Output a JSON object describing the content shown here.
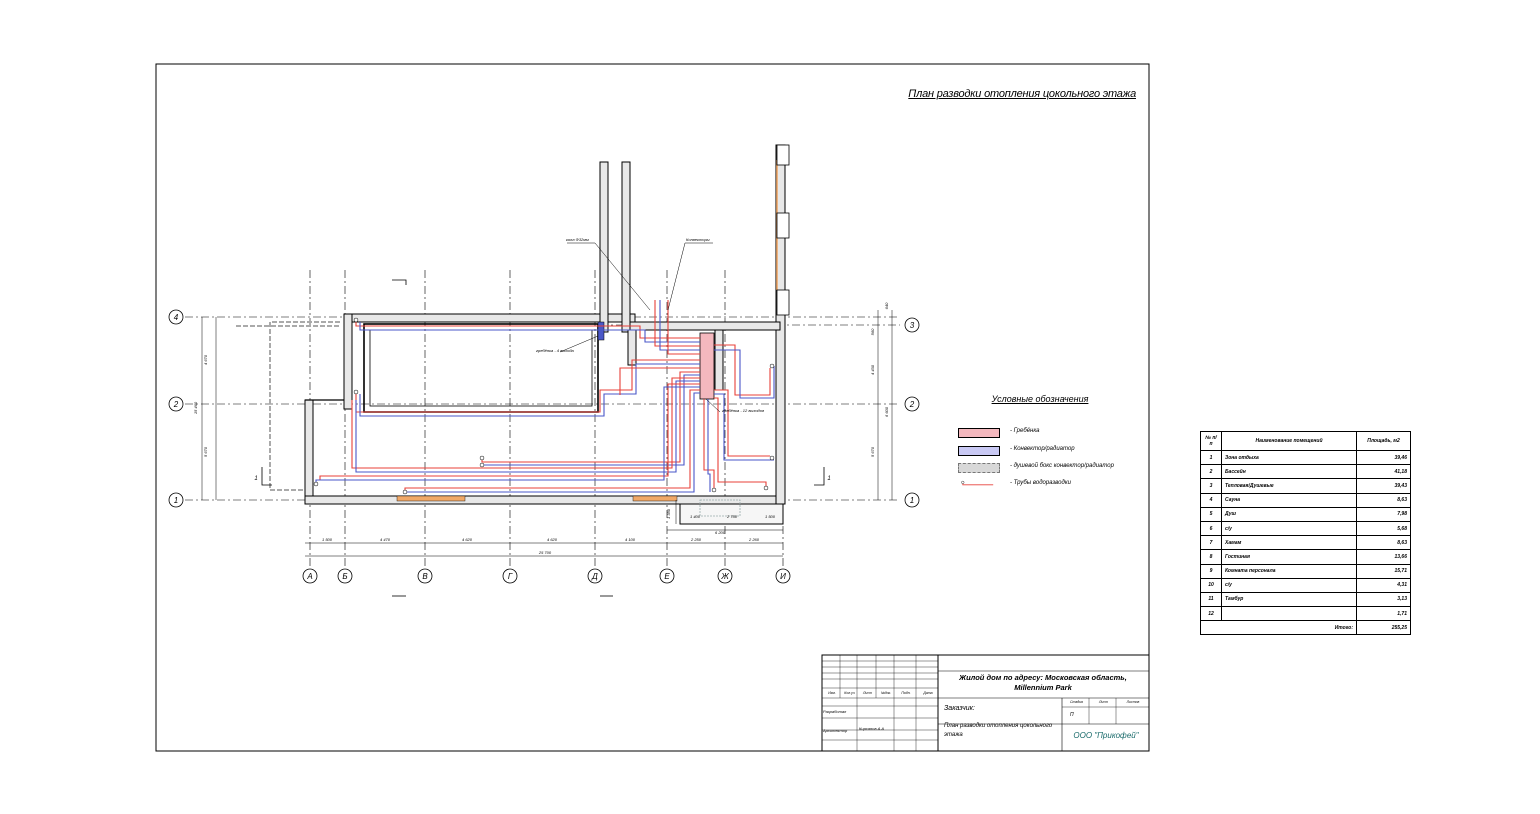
{
  "sheet": {
    "title": "План разводки отопления цокольного этажа"
  },
  "legend": {
    "title": "Условные обозначения",
    "items": [
      {
        "label": "- Гребёнка",
        "color": "#f4b8be"
      },
      {
        "label": "- Конвектор/радиатор",
        "color": "#c9c9f4"
      },
      {
        "label": "- душевой бокс конвектор/радиатор",
        "color": "#d8d8d8"
      },
      {
        "label": "- Трубы водоразводки",
        "color": "#e8403a"
      }
    ]
  },
  "annotations": {
    "pipe_label_1": "колл.Ф32мм",
    "pipe_label_2": "Конвекторы",
    "boiler_label": "гребёнка - 4 выхода",
    "manifold_label": "гребёнка - 12 выходов"
  },
  "axes": {
    "letters": [
      "А",
      "Б",
      "В",
      "Г",
      "Д",
      "Е",
      "Ж",
      "И"
    ],
    "left_numbers": [
      "4",
      "2",
      "1"
    ],
    "right_numbers": [
      "3",
      "2",
      "1"
    ],
    "section": "1"
  },
  "dimensions": {
    "bottom": [
      "1 500",
      "4 470",
      "4 620",
      "4 620",
      "4 100",
      "2 250",
      "2 260"
    ],
    "total": "25 700",
    "left": [
      "4 670",
      "15 460",
      "5 670"
    ],
    "right": [
      "560",
      "4 430",
      "6 600",
      "5 670",
      "640"
    ],
    "annex": [
      "1 400",
      "2 750",
      "1 500"
    ],
    "annex_total": "6 200",
    "annex_h": "1 350"
  },
  "rooms_table": {
    "headers": [
      "№ п/п",
      "Наименование помещений",
      "Площадь, м2"
    ],
    "rows": [
      {
        "n": "1",
        "name": "Зона отдыха",
        "area": "39,46"
      },
      {
        "n": "2",
        "name": "Бассейн",
        "area": "41,18"
      },
      {
        "n": "3",
        "name": "Тепловая/Душевые",
        "area": "39,43"
      },
      {
        "n": "4",
        "name": "Сауна",
        "area": "8,63"
      },
      {
        "n": "5",
        "name": "Душ",
        "area": "7,98"
      },
      {
        "n": "6",
        "name": "с/у",
        "area": "5,68"
      },
      {
        "n": "7",
        "name": "Хамам",
        "area": "8,63"
      },
      {
        "n": "8",
        "name": "Гостиная",
        "area": "13,66"
      },
      {
        "n": "9",
        "name": "Комната персонала",
        "area": "15,71"
      },
      {
        "n": "10",
        "name": "с/у",
        "area": "4,31"
      },
      {
        "n": "11",
        "name": "Тамбур",
        "area": "3,13"
      },
      {
        "n": "12",
        "name": "",
        "area": "1,71"
      }
    ],
    "total_label": "Итого:",
    "total_value": "255,25"
  },
  "stamp": {
    "project": "Жилой дом по адресу: Московская область, Millennium Park",
    "cols": [
      "Изм.",
      "Кол.уч",
      "Лист",
      "№док.",
      "Подп.",
      "Дата"
    ],
    "developed_label": "Разработал",
    "checked_label": "Архитектор",
    "checked_name": "Кирсанов А.А",
    "customer": "Заказчик:",
    "stage_headers": [
      "Стадия",
      "Лист",
      "Листов"
    ],
    "stage": "П",
    "drawing_name": "План разводки отопления цокольного этажа",
    "company": "ООО \"Прикофей\""
  },
  "colors": {
    "pipe_supply": "#e8403a",
    "pipe_return": "#4a57c8",
    "manifold": "#f4b8be",
    "radiator": "#c9c9f4",
    "window": "#f0a868",
    "company": "#1a6b6b"
  }
}
